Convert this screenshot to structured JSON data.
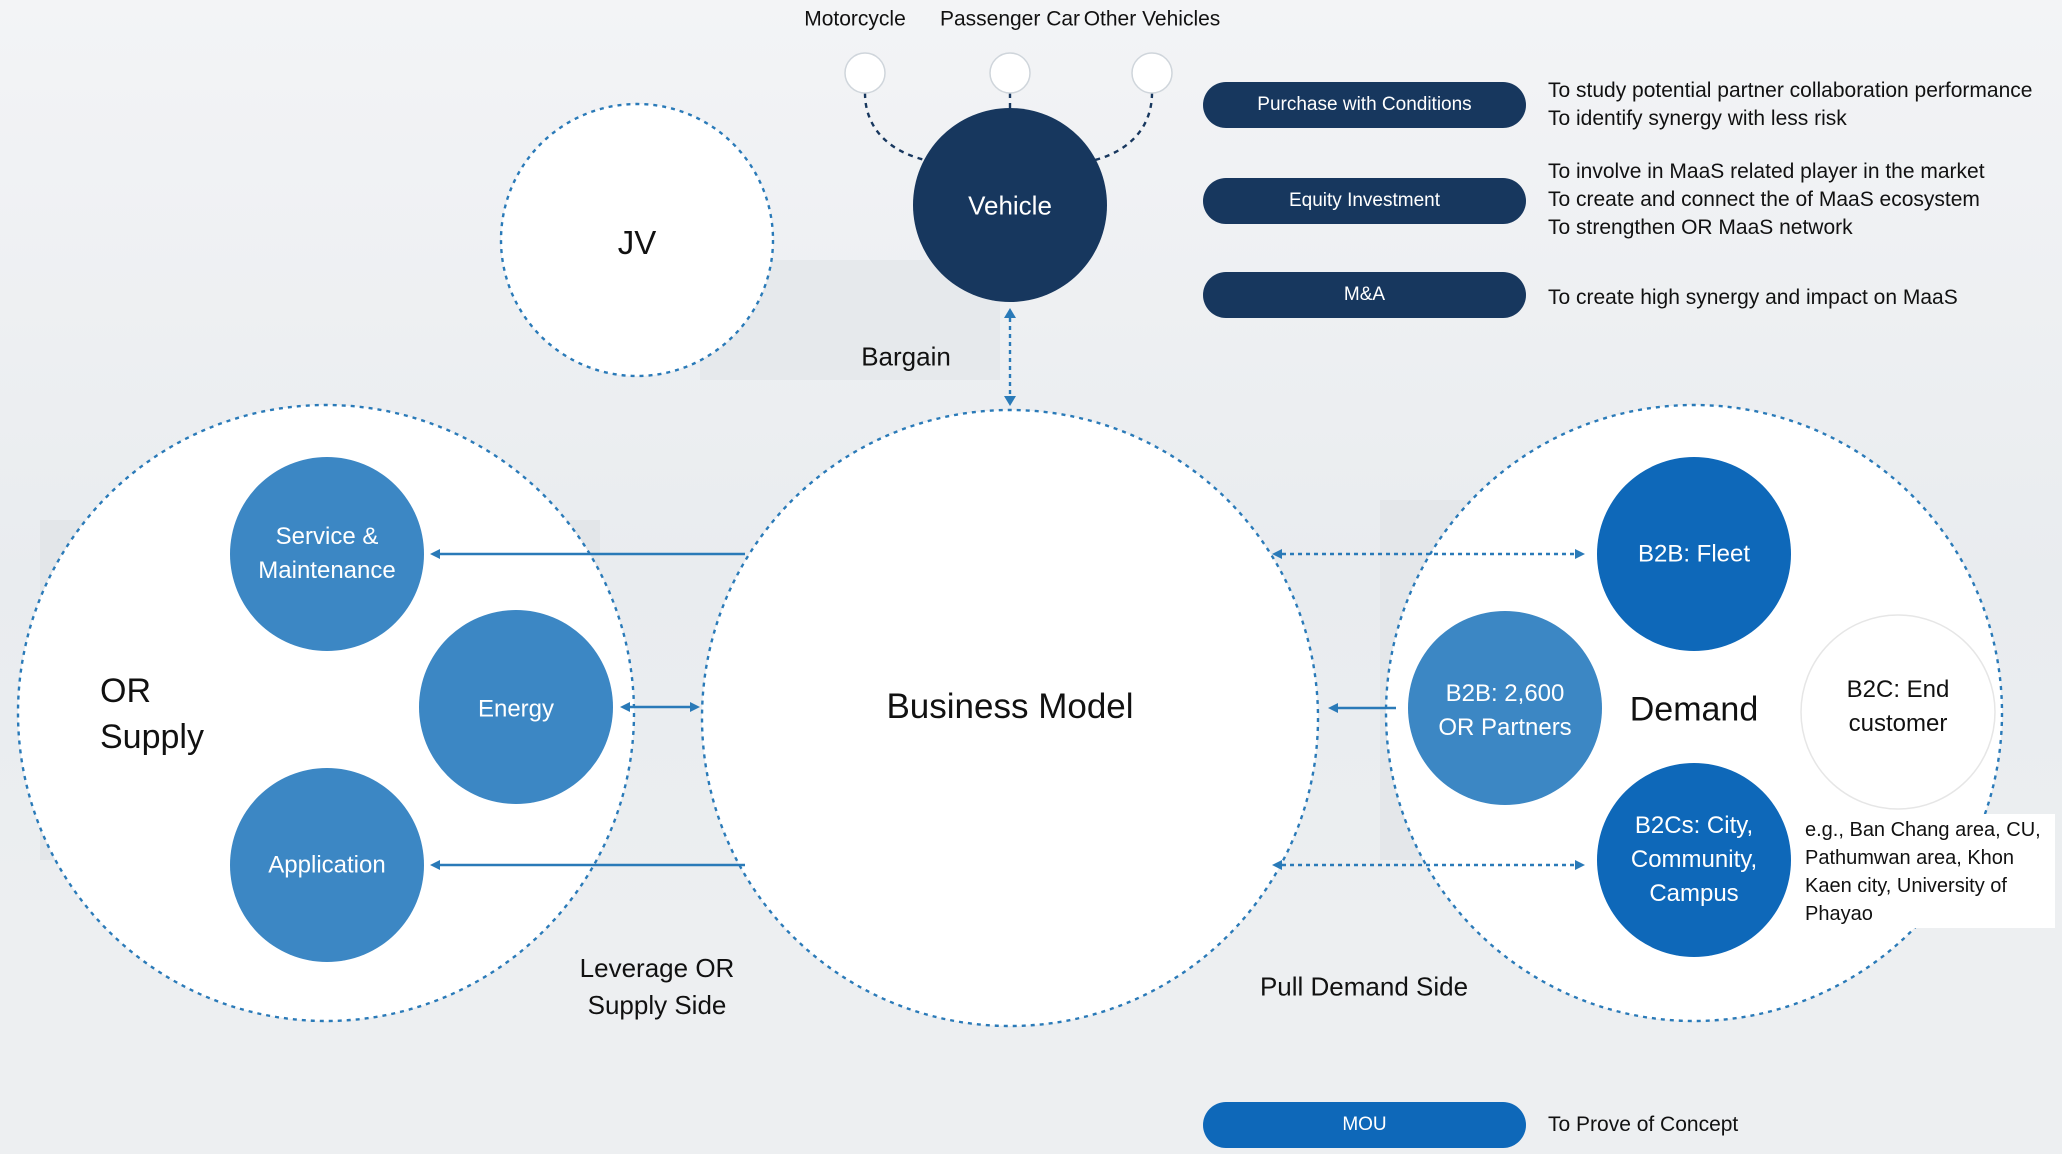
{
  "vehicle_types": [
    "Motorcycle",
    "Passenger Car",
    "Other Vehicles"
  ],
  "vehicle_label": "Vehicle",
  "jv_label": "JV",
  "bargain_label": "Bargain",
  "business_model_label": "Business Model",
  "supply": {
    "title_line1": "OR",
    "title_line2": "Supply",
    "service_line1": "Service &",
    "service_line2": "Maintenance",
    "energy": "Energy",
    "application": "Application"
  },
  "demand": {
    "title": "Demand",
    "fleet": "B2B: Fleet",
    "partners_line1": "B2B: 2,600",
    "partners_line2": "OR Partners",
    "b2c_line1": "B2C: End",
    "b2c_line2": "customer",
    "b2cs_line1": "B2Cs: City,",
    "b2cs_line2": "Community,",
    "b2cs_line3": "Campus",
    "example_lines": [
      "e.g., Ban Chang area, CU,",
      "Pathumwan area, Khon",
      "Kaen city, University of",
      "Phayao"
    ]
  },
  "leverage_line1": "Leverage OR",
  "leverage_line2": "Supply Side",
  "pull_demand": "Pull Demand Side",
  "investment": [
    {
      "label": "Purchase with Conditions",
      "desc": [
        "To study potential partner collaboration performance",
        "To identify synergy with less risk"
      ]
    },
    {
      "label": "Equity Investment",
      "desc": [
        "To involve in MaaS related player in the market",
        "To create and connect the of MaaS ecosystem",
        "To strengthen OR MaaS network"
      ]
    },
    {
      "label": "M&A",
      "desc": [
        "To create high synergy and impact on MaaS"
      ]
    }
  ],
  "mou": {
    "label": "MOU",
    "desc": "To Prove of Concept"
  },
  "colors": {
    "navy": "#17375e",
    "mid_blue": "#3c87c4",
    "deep_blue": "#0e68b9",
    "dotted_line": "#2a7ab8"
  }
}
